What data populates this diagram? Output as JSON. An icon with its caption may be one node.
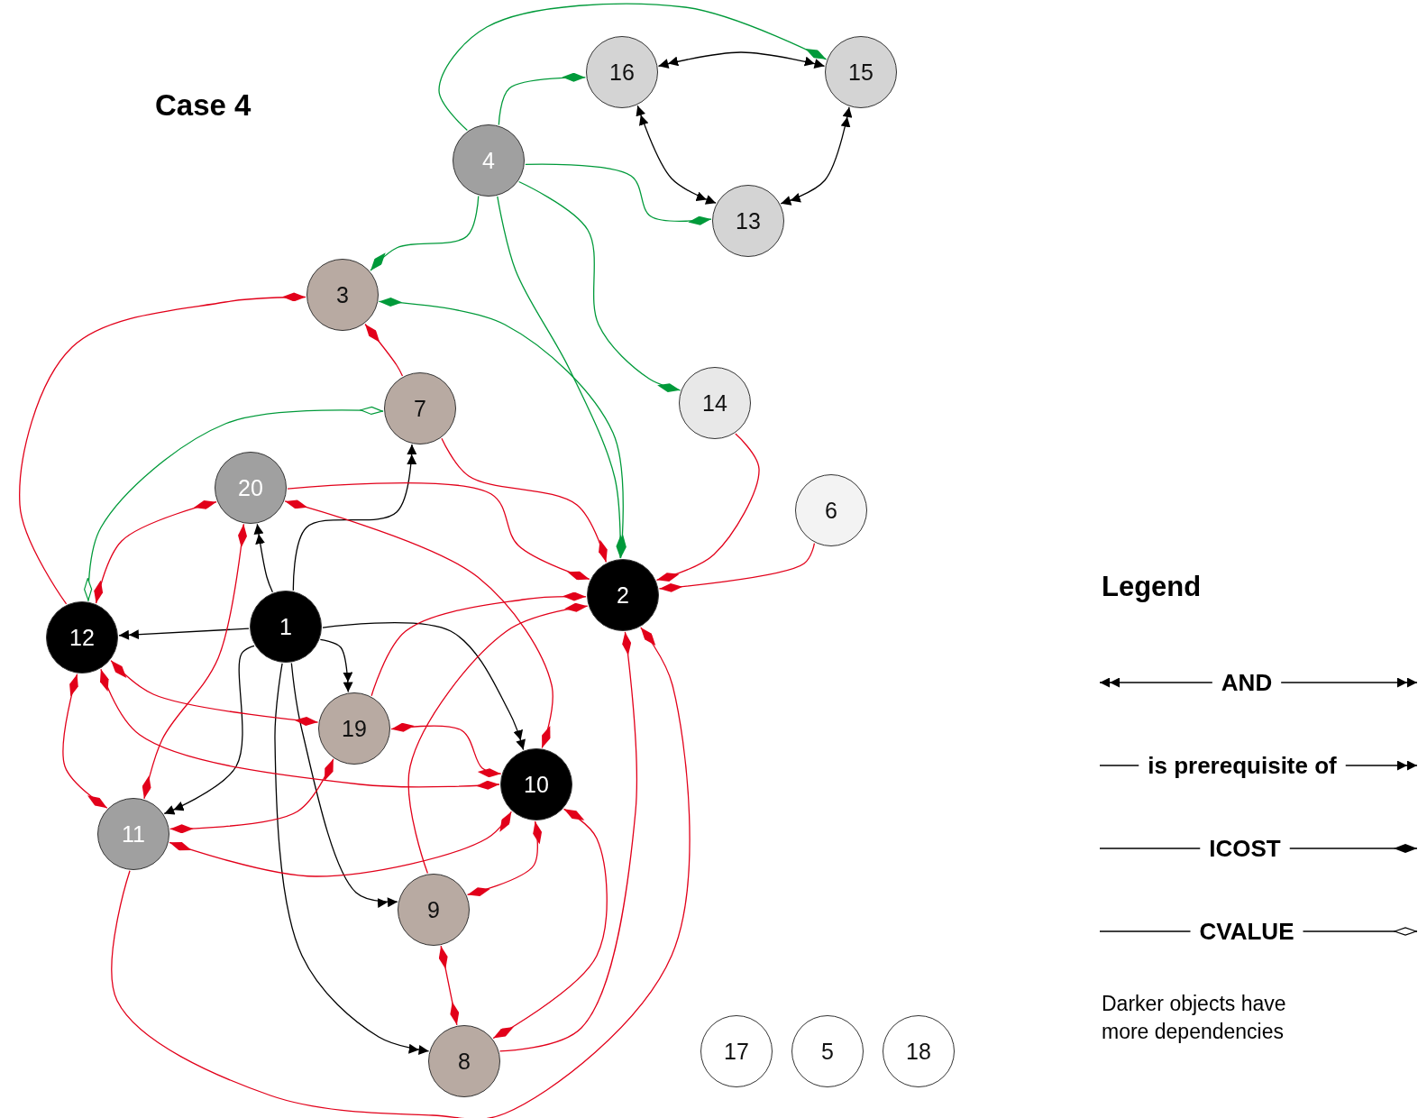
{
  "diagram": {
    "title": "Case 4",
    "nodes": [
      {
        "text": [
          "16"
        ]
      },
      {
        "text": [
          "15"
        ]
      },
      {
        "text": [
          "4"
        ]
      },
      {
        "text": [
          "13"
        ]
      },
      {
        "text": [
          "3"
        ]
      },
      {
        "text": [
          "7"
        ]
      },
      {
        "text": [
          "14"
        ]
      },
      {
        "text": [
          "20"
        ]
      },
      {
        "text": [
          "6"
        ]
      },
      {
        "text": [
          "2"
        ]
      },
      {
        "text": [
          "12"
        ]
      },
      {
        "text": [
          "1"
        ]
      },
      {
        "text": [
          "19"
        ]
      },
      {
        "text": [
          "10"
        ]
      },
      {
        "text": [
          "11"
        ]
      },
      {
        "text": [
          "9"
        ]
      },
      {
        "text": [
          "8"
        ]
      },
      {
        "text": [
          "17"
        ]
      },
      {
        "text": [
          "5"
        ]
      },
      {
        "text": [
          "18"
        ]
      }
    ],
    "edges": [
      {
        "from": 0,
        "to": 1,
        "arrow": "both",
        "color": "#000000"
      },
      {
        "from": 0,
        "to": 3,
        "arrow": "both",
        "color": "#000000"
      },
      {
        "from": 3,
        "to": 1,
        "arrow": "both",
        "color": "#000000"
      },
      {
        "from": 11,
        "to": 10,
        "arrow": "to",
        "color": "#000000"
      },
      {
        "from": 11,
        "to": 7,
        "arrow": "to",
        "color": "#000000"
      },
      {
        "from": 11,
        "to": 5,
        "arrow": "to",
        "color": "#000000"
      },
      {
        "from": 11,
        "to": 12,
        "arrow": "to",
        "color": "#000000"
      },
      {
        "from": 11,
        "to": 13,
        "arrow": "to",
        "color": "#000000"
      },
      {
        "from": 11,
        "to": 14,
        "arrow": "to",
        "color": "#000000"
      },
      {
        "from": 11,
        "to": 15,
        "arrow": "to",
        "color": "#000000"
      },
      {
        "from": 11,
        "to": 16,
        "arrow": "to",
        "color": "#000000"
      },
      {
        "from": 2,
        "to": 1,
        "arrow": "other",
        "color": "#009a3a"
      },
      {
        "from": 2,
        "to": 0,
        "arrow": "other",
        "color": "#009a3a"
      },
      {
        "from": 2,
        "to": 3,
        "arrow": "other",
        "color": "#009a3a"
      },
      {
        "from": 2,
        "to": 4,
        "arrow": "other",
        "color": "#009a3a"
      },
      {
        "from": 2,
        "to": 9,
        "arrow": "other",
        "color": "#009a3a"
      },
      {
        "from": 2,
        "to": 6,
        "arrow": "other",
        "color": "#009a3a"
      },
      {
        "from": 4,
        "to": 9,
        "arrow": "other",
        "color": "#009a3a"
      },
      {
        "from": 5,
        "to": 10,
        "arrow": "other",
        "color": "#009a3a"
      },
      {
        "from": 10,
        "to": 4,
        "arrow": "other"
      },
      {
        "from": 5,
        "to": 4,
        "arrow": "other"
      },
      {
        "from": 5,
        "to": 9,
        "arrow": "other"
      },
      {
        "from": 7,
        "to": 9,
        "arrow": "other"
      },
      {
        "from": 6,
        "to": 9,
        "arrow": "other"
      },
      {
        "from": 8,
        "to": 9,
        "arrow": "other"
      },
      {
        "from": 7,
        "to": 10,
        "arrow": "other"
      },
      {
        "from": 7,
        "to": 14,
        "arrow": "other"
      },
      {
        "from": 7,
        "to": 13,
        "arrow": "other"
      },
      {
        "from": 10,
        "to": 12,
        "arrow": "other"
      },
      {
        "from": 10,
        "to": 13,
        "arrow": "other"
      },
      {
        "from": 10,
        "to": 14,
        "arrow": "other"
      },
      {
        "from": 12,
        "to": 9,
        "arrow": "other"
      },
      {
        "from": 12,
        "to": 13,
        "arrow": "other"
      },
      {
        "from": 12,
        "to": 14,
        "arrow": "other"
      },
      {
        "from": 14,
        "to": 13,
        "arrow": "other"
      },
      {
        "from": 14,
        "to": 9,
        "arrow": "other"
      },
      {
        "from": 16,
        "to": 13,
        "arrow": "other"
      },
      {
        "from": 16,
        "to": 9,
        "arrow": "other"
      },
      {
        "from": 15,
        "to": 9,
        "arrow": "other"
      },
      {
        "from": 15,
        "to": 13,
        "arrow": "other"
      },
      {
        "from": 15,
        "to": 16,
        "arrow": "other"
      }
    ],
    "labels": [
      "Legend",
      "Darker objects have more dependencies"
    ],
    "legend": [
      {
        "text": "AND"
      },
      {
        "text": "is prerequisite of"
      },
      {
        "text": "ICOST"
      },
      {
        "text": "CVALUE"
      }
    ]
  }
}
